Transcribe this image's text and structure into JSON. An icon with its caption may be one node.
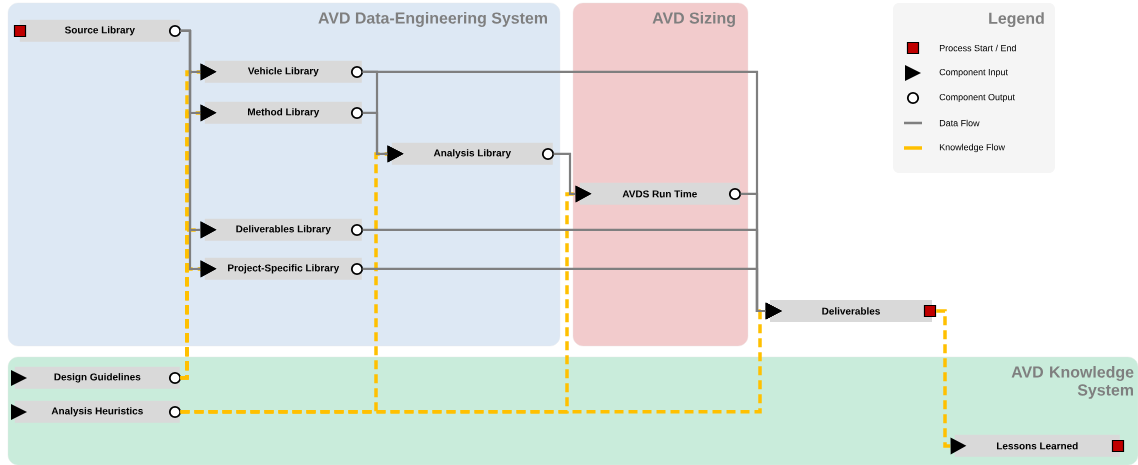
{
  "diagram": {
    "nodes": [
      {
        "text": [
          "AVD Data-Engineering System"
        ]
      },
      {
        "text": [
          "AVD Sizing"
        ]
      },
      {
        "text": [
          "AVD Knowledge System"
        ]
      },
      {
        "text": [
          "Source Library"
        ],
        "in": 0
      },
      {
        "text": [
          "Vehicle Library"
        ],
        "in": 0
      },
      {
        "text": [
          "Method Library"
        ],
        "in": 0
      },
      {
        "text": [
          "Analysis Library"
        ],
        "in": 0
      },
      {
        "text": [
          "Deliverables Library"
        ],
        "in": 0
      },
      {
        "text": [
          "Project-Specific Library"
        ],
        "in": 0
      },
      {
        "text": [
          "AVDS Run Time"
        ],
        "in": 1
      },
      {
        "text": [
          "Deliverables"
        ]
      },
      {
        "text": [
          "Design Guidelines"
        ],
        "in": 2
      },
      {
        "text": [
          "Analysis Heuristics"
        ],
        "in": 2
      },
      {
        "text": [
          "Lessons Learned"
        ],
        "in": 2
      }
    ],
    "edges": [
      {
        "from": 3,
        "to": 4,
        "arrow": "to"
      },
      {
        "from": 3,
        "to": 5,
        "arrow": "to"
      },
      {
        "from": 3,
        "to": 7,
        "arrow": "to"
      },
      {
        "from": 3,
        "to": 8,
        "arrow": "to"
      },
      {
        "from": 4,
        "to": 6,
        "arrow": "to"
      },
      {
        "from": 5,
        "to": 6,
        "arrow": "to"
      },
      {
        "from": 6,
        "to": 9,
        "arrow": "to"
      },
      {
        "from": 4,
        "to": 10,
        "arrow": "to"
      },
      {
        "from": 9,
        "to": 10,
        "arrow": "to"
      },
      {
        "from": 7,
        "to": 10,
        "arrow": "to"
      },
      {
        "from": 8,
        "to": 10,
        "arrow": "to"
      },
      {
        "from": 11,
        "to": 4,
        "arrow": "to",
        "style": "dashed",
        "color": "#ffc000"
      },
      {
        "from": 11,
        "to": 5,
        "arrow": "to",
        "style": "dashed",
        "color": "#ffc000"
      },
      {
        "from": 11,
        "to": 7,
        "arrow": "to",
        "style": "dashed",
        "color": "#ffc000"
      },
      {
        "from": 11,
        "to": 8,
        "arrow": "to",
        "style": "dashed",
        "color": "#ffc000"
      },
      {
        "from": 12,
        "to": 6,
        "arrow": "to",
        "style": "dashed",
        "color": "#ffc000"
      },
      {
        "from": 12,
        "to": 9,
        "arrow": "to",
        "style": "dashed",
        "color": "#ffc000"
      },
      {
        "from": 12,
        "to": 10,
        "arrow": "to",
        "style": "dashed",
        "color": "#ffc000"
      },
      {
        "from": 10,
        "to": 13,
        "arrow": "to",
        "style": "dashed",
        "color": "#ffc000"
      }
    ],
    "labels": [
      "Legend"
    ],
    "legend": [
      {
        "text": "Process Start / End"
      },
      {
        "text": "Component Input"
      },
      {
        "text": "Component Output"
      },
      {
        "text": "Data Flow"
      },
      {
        "text": "Knowledge Flow"
      }
    ]
  }
}
